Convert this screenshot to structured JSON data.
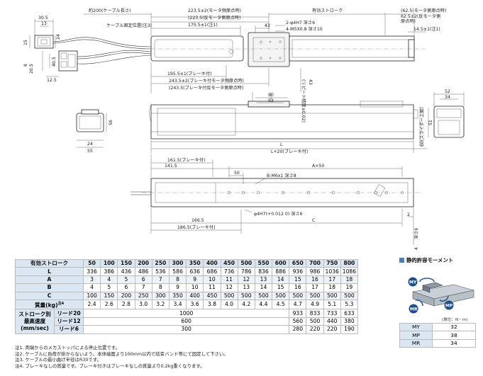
{
  "drawing": {
    "cable_length": "約200(ケーブル長さ)",
    "cable_fix": "ケーブル固定位置(注3)",
    "d_223_5": "223.5±2(モータ側原点時)",
    "d_223_5b": "(223.5(反モータ側原点時)",
    "d_175_5": "175.5±1(注1)",
    "stroke": "有効ストローク",
    "d_62_5": "(62.5(モータ側原点時)",
    "d_62_5b": "62.5±2(反モータ側",
    "d_62_5c": "原点時)",
    "d_43": "43",
    "hole1": "2-φ4H7 深さ6",
    "hole2": "4-M5X0.8 深さ10",
    "d_14_5": "14.5±1(注1)",
    "d_195_5": "195.5±1(ブレーキ付)",
    "d_243_5": "243.5±2(ブレーキ付モータ側原点時)",
    "d_243_5b": "(243.5(ブレーキ付反モータ側原点時)",
    "d_43v": "43",
    "repeat": "(リピート精度±0.02)",
    "d_30_5": "30.5",
    "d_13": "13",
    "d_24": "24",
    "d_15": "15",
    "d_8": "8",
    "d_20_5": "20.5",
    "d_40_5": "40.5",
    "d_12_5": "12.5",
    "d_90": "90",
    "d_53": "53",
    "d_52": "52",
    "d_34": "34",
    "d_56": "56",
    "d_60": "60(スライダー上面)",
    "d_51": "51",
    "d_24b": "24",
    "d_55": "55",
    "L": "L",
    "L20": "L+20(ブレーキ付)",
    "d_161_5": "161.5(ブレーキ付)",
    "d_141_5": "141.5",
    "AX50": "A×50",
    "d_50": "50",
    "bm6": "B-M6x1 深さ8",
    "d_166_5": "166.5",
    "d_186_5": "186.5(ブレーキ付)",
    "C": "C",
    "phi": "φ4H7(+0.012 0) 深さ6",
    "d_2": "2",
    "d_4": "4",
    "deep6": "深さ6"
  },
  "spec_table": {
    "header_label": "有効ストローク",
    "strokes": [
      "50",
      "100",
      "150",
      "200",
      "250",
      "300",
      "350",
      "400",
      "450",
      "500",
      "550",
      "600",
      "650",
      "700",
      "750",
      "800"
    ],
    "rows": [
      {
        "label": "L",
        "values": [
          "336",
          "386",
          "436",
          "486",
          "536",
          "586",
          "636",
          "686",
          "736",
          "786",
          "836",
          "886",
          "936",
          "986",
          "1036",
          "1086"
        ]
      },
      {
        "label": "A",
        "values": [
          "3",
          "4",
          "5",
          "6",
          "7",
          "8",
          "9",
          "10",
          "11",
          "12",
          "13",
          "14",
          "15",
          "16",
          "17",
          "18"
        ]
      },
      {
        "label": "B",
        "values": [
          "4",
          "5",
          "6",
          "7",
          "8",
          "9",
          "10",
          "11",
          "12",
          "13",
          "14",
          "15",
          "16",
          "17",
          "18",
          "19"
        ]
      },
      {
        "label": "C",
        "values": [
          "100",
          "150",
          "200",
          "250",
          "300",
          "350",
          "400",
          "450",
          "500",
          "500",
          "500",
          "500",
          "500",
          "500",
          "500",
          "500"
        ]
      },
      {
        "label": "質量(kg)",
        "note": "注4",
        "values": [
          "2.4",
          "2.6",
          "2.8",
          "3.0",
          "3.2",
          "3.4",
          "3.6",
          "3.8",
          "4.0",
          "4.2",
          "4.4",
          "4.5",
          "4.7",
          "4.9",
          "5.1",
          "5.3"
        ]
      }
    ],
    "speed_label_1": "ストローク別",
    "speed_label_2": "最高速度",
    "speed_label_3": "(mm/sec)",
    "speed_rows": [
      {
        "lead": "リード20",
        "main": "1000",
        "tail": [
          "933",
          "833",
          "733",
          "633"
        ]
      },
      {
        "lead": "リード12",
        "main": "600",
        "tail": [
          "560",
          "500",
          "440",
          "380"
        ]
      },
      {
        "lead": "リード6",
        "main": "300",
        "tail": [
          "280",
          "220",
          "220",
          "190"
        ]
      }
    ]
  },
  "notes": [
    "注1. 両端からのメカストッパによる停止位置です。",
    "注2. ケーブルに負荷が掛からないよう、本体端面より100mm以内で結束バンド等にて固定して下さい。",
    "注3. ケーブルの最小曲げ半径はR30です。",
    "注4. ブレーキなしの質量です。ブレーキ付きはブレーキなしの質量より0.2kg重くなります。"
  ],
  "moment": {
    "title": "静的許容モーメント",
    "unit": "(単位：N・m)",
    "labels": {
      "my": "MY",
      "mp": "MP",
      "mr": "MR"
    },
    "rows": [
      {
        "key": "MY",
        "value": "32"
      },
      {
        "key": "MP",
        "value": "38"
      },
      {
        "key": "MR",
        "value": "34"
      }
    ]
  }
}
